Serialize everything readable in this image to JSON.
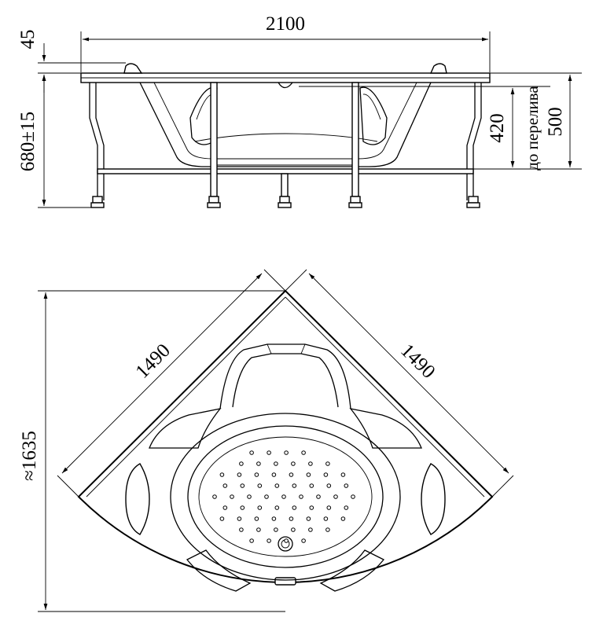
{
  "dimensions": {
    "width": "2100",
    "rim_height": "45",
    "total_height": "680±15",
    "overflow_height": "420",
    "overflow_label": "до перелива",
    "depth": "500",
    "side_left": "1490",
    "side_right": "1490",
    "diagonal": "≈1635"
  },
  "colors": {
    "line": "#000000",
    "background": "#ffffff"
  }
}
